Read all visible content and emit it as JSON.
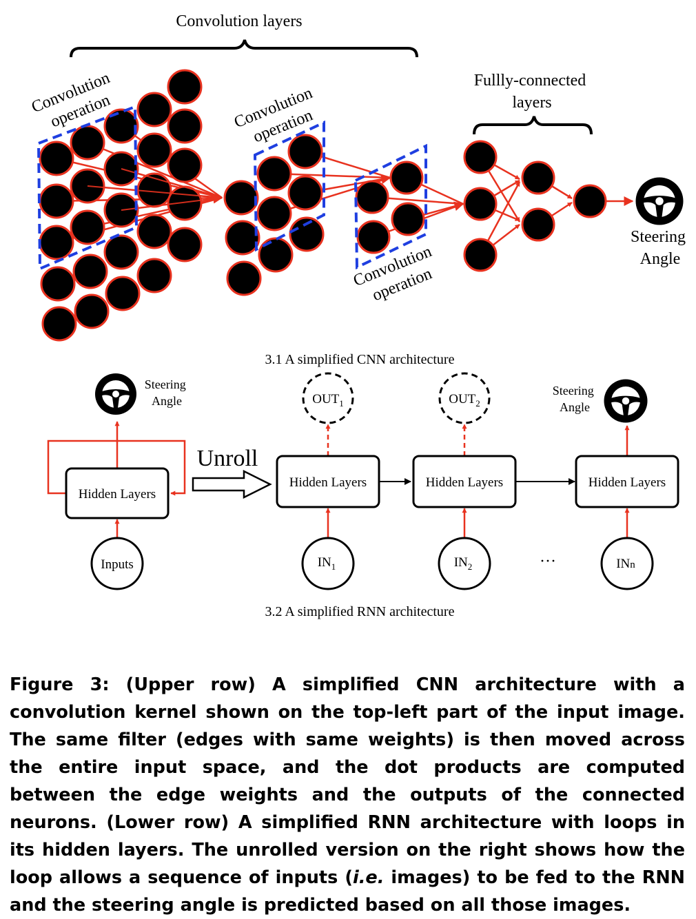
{
  "cnn": {
    "subcaption": "3.1 A simplified CNN architecture",
    "conv_layers_label": "Convolution layers",
    "conv_op_label_1": [
      "Convolution",
      "operation"
    ],
    "conv_op_label_2": [
      "Convolution",
      "operation"
    ],
    "conv_op_label_3": [
      "Convolution",
      "operation"
    ],
    "fc_label": [
      "Fullly-connected",
      "layers"
    ],
    "output_label": [
      "Steering",
      "Angle"
    ],
    "output_icon": "steering-wheel-icon",
    "colors": {
      "neuron_fill": "#000000",
      "neuron_stroke": "#e8321f",
      "edge": "#e8321f",
      "kernel_box": "#1f3fe0"
    }
  },
  "rnn": {
    "subcaption": "3.2 A simplified RNN architecture",
    "hidden_label": "Hidden Layers",
    "inputs_label": "Inputs",
    "unroll_label": "Unroll",
    "output_label_left": [
      "Steering",
      "Angle"
    ],
    "output_label_right": [
      "Steering",
      "Angle"
    ],
    "out_nodes": [
      {
        "base": "OUT",
        "sub": "1"
      },
      {
        "base": "OUT",
        "sub": "2"
      }
    ],
    "in_nodes": [
      {
        "base": "IN",
        "sub": "1"
      },
      {
        "base": "IN",
        "sub": "2"
      },
      {
        "base": "IN",
        "sub": "n"
      }
    ],
    "ellipsis": "···",
    "colors": {
      "edge": "#e8321f",
      "link": "#000000"
    }
  },
  "caption": {
    "label": "Figure 3:",
    "text_a": " (Upper row) A simplified CNN architecture with a convolution kernel shown on the top-left part of the input image. The same filter (edges with same weights) is then moved across the entire input space, and the dot products are computed between the edge weights and the outputs of the connected neurons. (Lower row) A simplified RNN architecture with loops in its hidden layers. The unrolled version on the right shows how the loop allows a sequence of inputs (",
    "text_italic": "i.e.",
    "text_b": " images) to be fed to the RNN and the steering angle is predicted based on all those images."
  }
}
